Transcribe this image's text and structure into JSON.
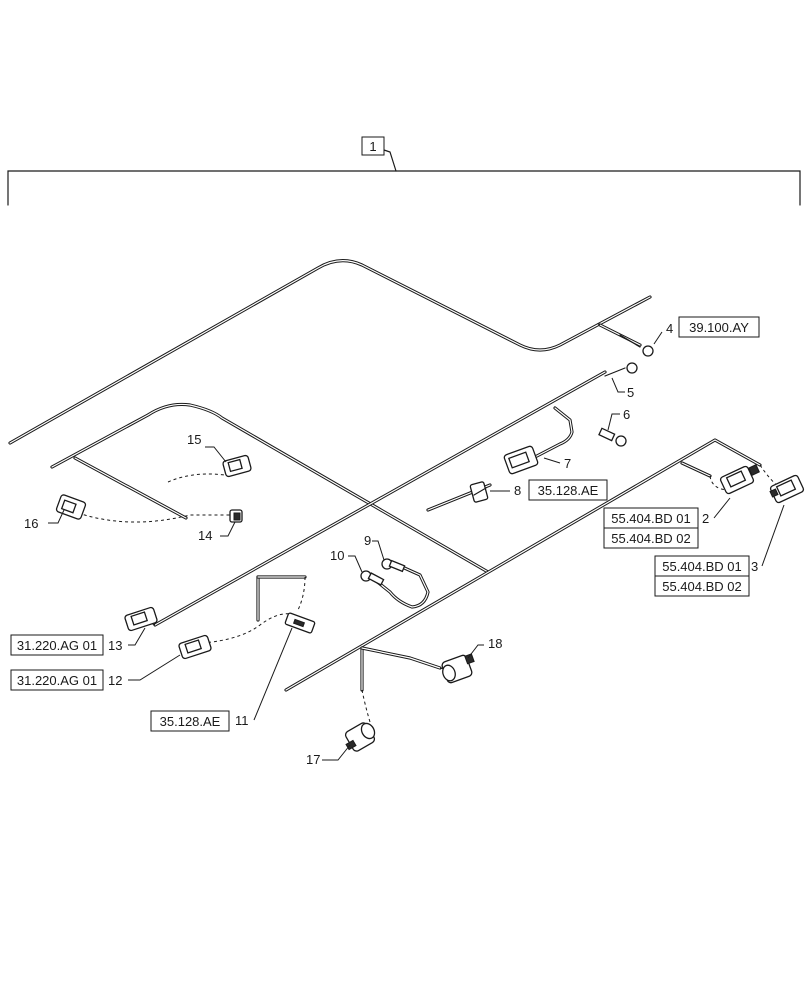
{
  "assembly": {
    "item": "1"
  },
  "callouts": {
    "c2": "2",
    "c3": "3",
    "c4": "4",
    "c5": "5",
    "c6": "6",
    "c7": "7",
    "c8": "8",
    "c9": "9",
    "c10": "10",
    "c11": "11",
    "c12": "12",
    "c13": "13",
    "c14": "14",
    "c15": "15",
    "c16": "16",
    "c17": "17",
    "c18": "18"
  },
  "references": {
    "r4": "39.100.AY",
    "r8": "35.128.AE",
    "r2a": "55.404.BD 01",
    "r2b": "55.404.BD 02",
    "r3a": "55.404.BD 01",
    "r3b": "55.404.BD 02",
    "r13": "31.220.AG 01",
    "r12": "31.220.AG 01",
    "r11": "35.128.AE"
  }
}
